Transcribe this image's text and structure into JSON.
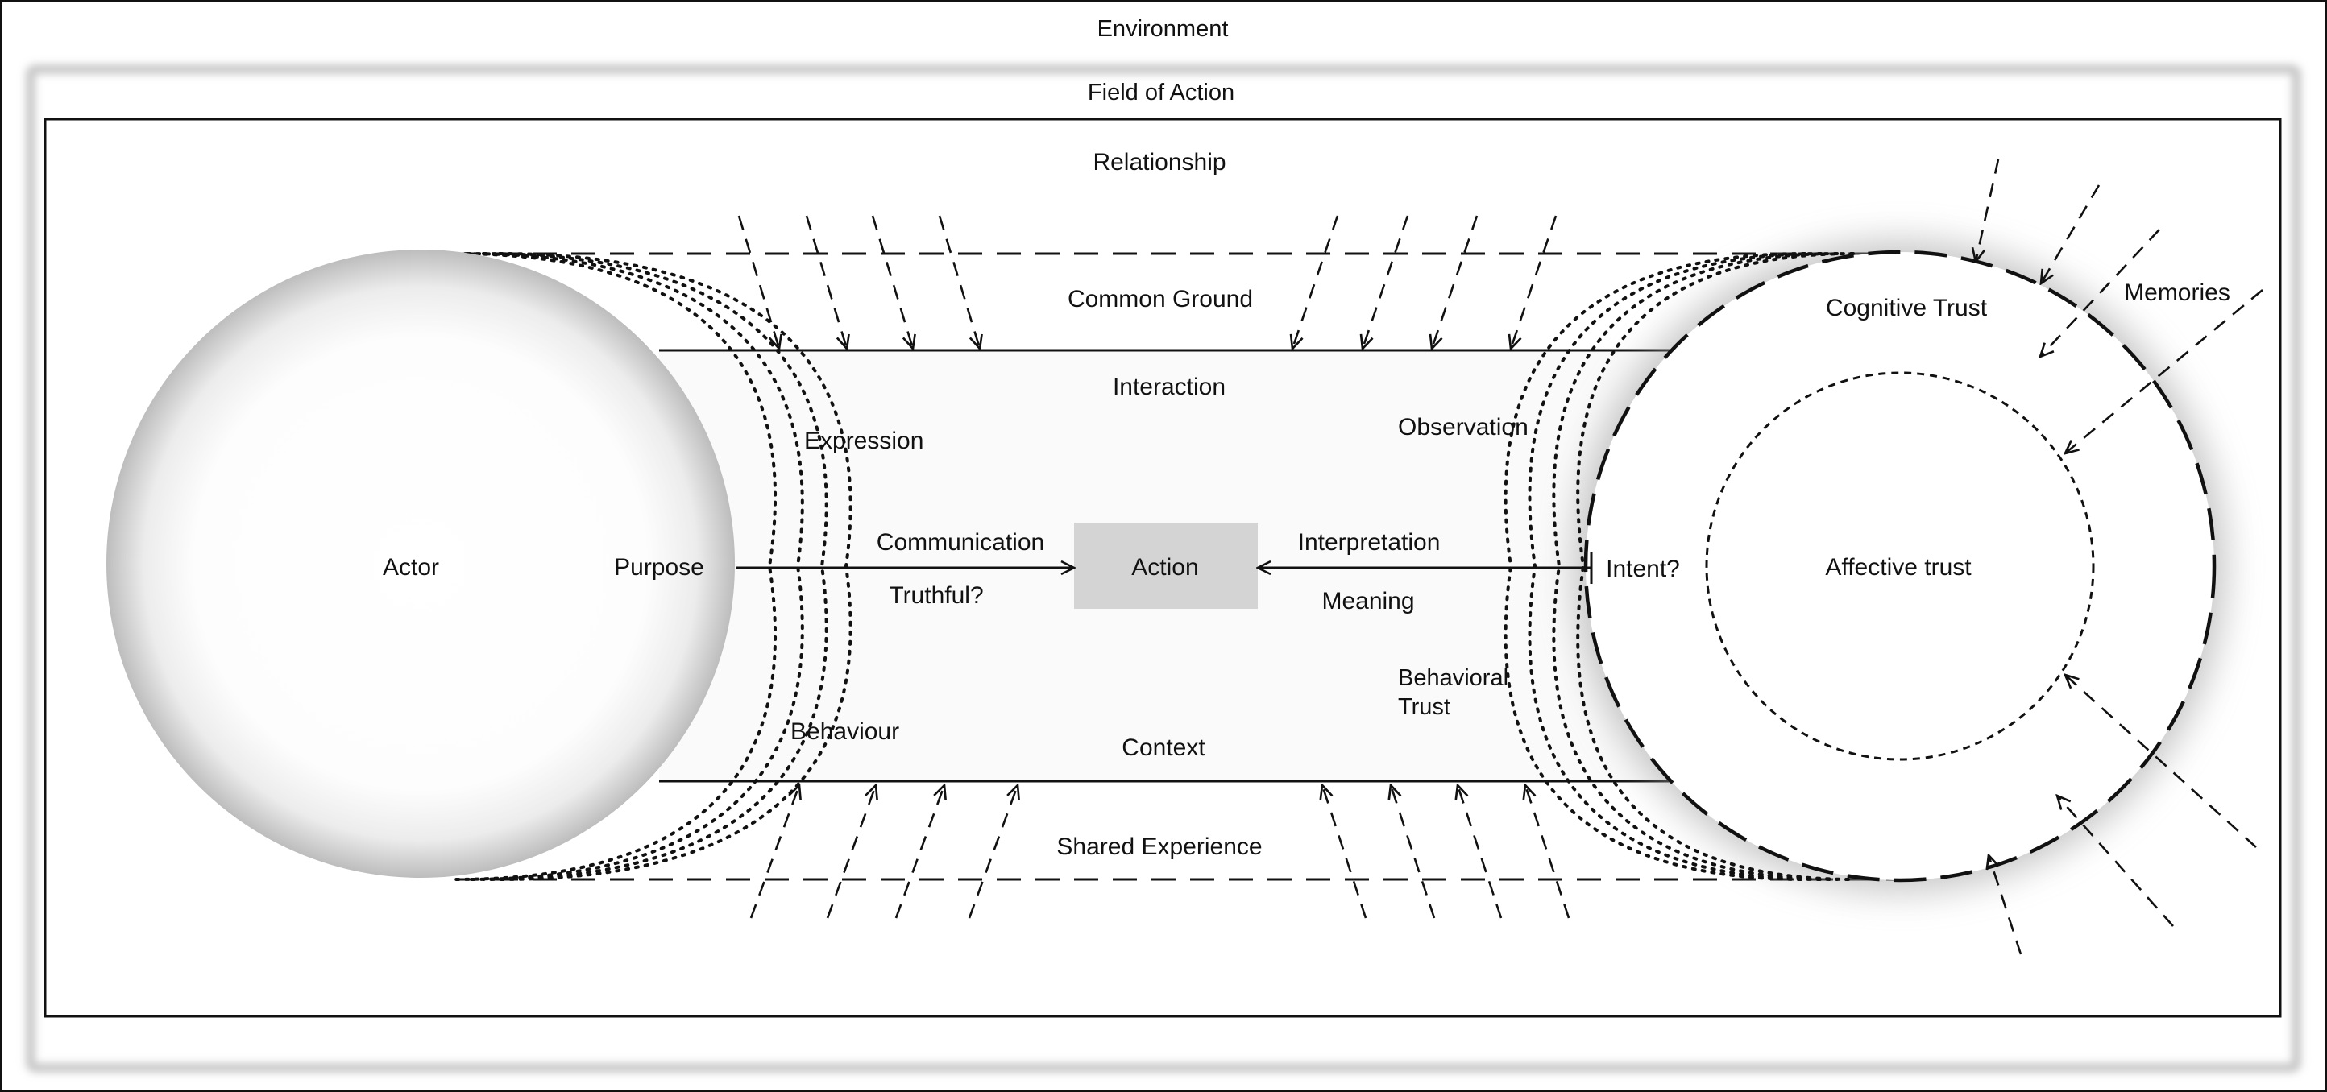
{
  "labels": {
    "environment": "Environment",
    "field_of_action": "Field of Action",
    "relationship": "Relationship",
    "common_ground": "Common Ground",
    "shared_experience": "Shared Experience",
    "interaction": "Interaction",
    "context": "Context",
    "actor": "Actor",
    "purpose": "Purpose",
    "expression": "Expression",
    "behaviour": "Behaviour",
    "communication": "Communication",
    "truthful": "Truthful?",
    "action": "Action",
    "interpretation": "Interpretation",
    "meaning": "Meaning",
    "observation": "Observation",
    "behavioral_trust_line1": "Behavioral",
    "behavioral_trust_line2": "Trust",
    "intent": "Intent?",
    "cognitive_trust": "Cognitive Trust",
    "memories": "Memories",
    "affective_trust": "Affective trust"
  },
  "colors": {
    "stroke": "#111111",
    "action_box_fill": "#d4d4d4",
    "interaction_fill": "#fafafa",
    "background": "#ffffff"
  }
}
